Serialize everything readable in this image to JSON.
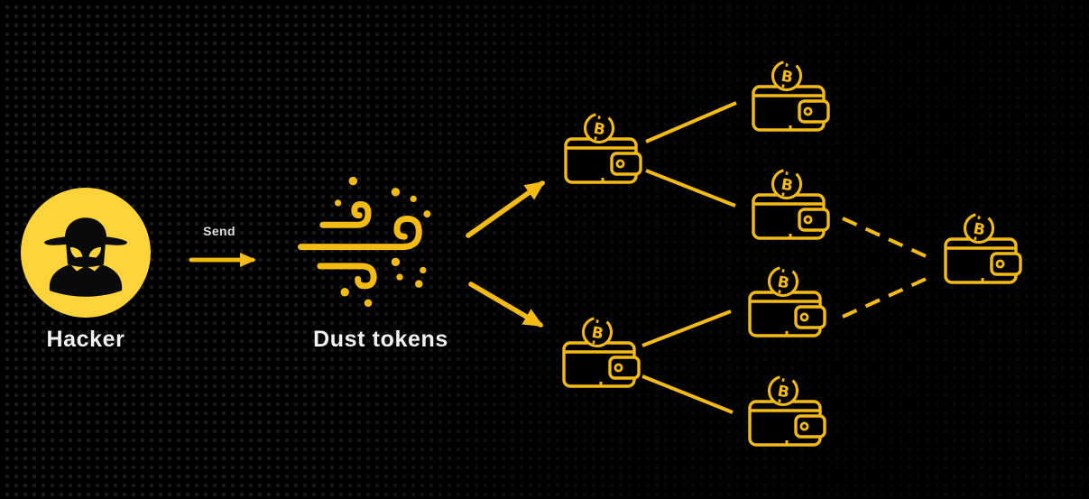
{
  "title": "Dusting attack diagram",
  "labels": {
    "hacker": "Hacker",
    "send": "Send",
    "dust": "Dust tokens"
  },
  "wallets": {
    "coin_symbol": "B",
    "count": 7
  },
  "colors": {
    "background": "#000000",
    "dot": "#1e1e1e",
    "accent": "#F4BB14",
    "hacker_circle": "#FFD43B",
    "label": "#F2F2F2",
    "send_label": "#DEDEDE"
  },
  "icons": [
    "spy-hacker-icon",
    "wind-dust-icon",
    "bitcoin-wallet-icon"
  ],
  "nodes": [
    {
      "id": "hacker",
      "type": "actor",
      "label": "Hacker",
      "icon": "spy-hacker-icon"
    },
    {
      "id": "dust",
      "type": "action",
      "label": "Dust tokens",
      "icon": "wind-dust-icon"
    },
    {
      "id": "wallet-mid-top",
      "type": "wallet",
      "icon": "bitcoin-wallet-icon"
    },
    {
      "id": "wallet-right-1",
      "type": "wallet",
      "icon": "bitcoin-wallet-icon"
    },
    {
      "id": "wallet-right-2",
      "type": "wallet",
      "icon": "bitcoin-wallet-icon"
    },
    {
      "id": "wallet-right-3",
      "type": "wallet",
      "icon": "bitcoin-wallet-icon"
    },
    {
      "id": "wallet-mid-bottom",
      "type": "wallet",
      "icon": "bitcoin-wallet-icon"
    },
    {
      "id": "wallet-right-4",
      "type": "wallet",
      "icon": "bitcoin-wallet-icon"
    },
    {
      "id": "wallet-final",
      "type": "wallet",
      "icon": "bitcoin-wallet-icon"
    }
  ],
  "edges": [
    {
      "from": "hacker",
      "to": "dust",
      "style": "arrow",
      "label": "Send"
    },
    {
      "from": "dust",
      "to": "wallet-mid-top",
      "style": "arrow"
    },
    {
      "from": "dust",
      "to": "wallet-mid-bottom",
      "style": "arrow"
    },
    {
      "from": "wallet-mid-top",
      "to": "wallet-right-1",
      "style": "solid"
    },
    {
      "from": "wallet-mid-top",
      "to": "wallet-right-2",
      "style": "solid"
    },
    {
      "from": "wallet-mid-bottom",
      "to": "wallet-right-3",
      "style": "solid"
    },
    {
      "from": "wallet-mid-bottom",
      "to": "wallet-right-4",
      "style": "solid"
    },
    {
      "from": "wallet-right-2",
      "to": "wallet-final",
      "style": "dashed"
    },
    {
      "from": "wallet-right-3",
      "to": "wallet-final",
      "style": "dashed"
    }
  ]
}
